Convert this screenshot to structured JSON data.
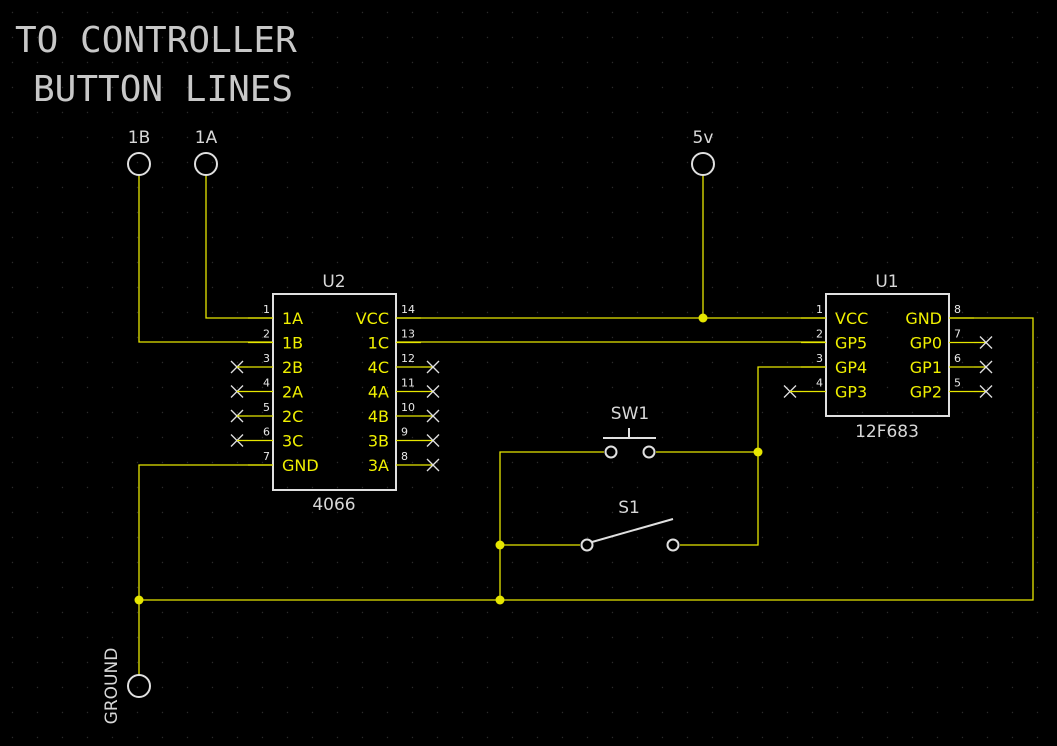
{
  "title": {
    "line1": "TO CONTROLLER",
    "line2": "BUTTON LINES"
  },
  "terminals": {
    "t1b": "1B",
    "t1a": "1A",
    "t5v": "5v",
    "ground": "GROUND"
  },
  "u2": {
    "ref": "U2",
    "part": "4066",
    "left_pins": [
      {
        "num": "1",
        "name": "1A"
      },
      {
        "num": "2",
        "name": "1B"
      },
      {
        "num": "3",
        "name": "2B"
      },
      {
        "num": "4",
        "name": "2A"
      },
      {
        "num": "5",
        "name": "2C"
      },
      {
        "num": "6",
        "name": "3C"
      },
      {
        "num": "7",
        "name": "GND"
      }
    ],
    "right_pins": [
      {
        "num": "14",
        "name": "VCC"
      },
      {
        "num": "13",
        "name": "1C"
      },
      {
        "num": "12",
        "name": "4C"
      },
      {
        "num": "11",
        "name": "4A"
      },
      {
        "num": "10",
        "name": "4B"
      },
      {
        "num": "9",
        "name": "3B"
      },
      {
        "num": "8",
        "name": "3A"
      }
    ]
  },
  "u1": {
    "ref": "U1",
    "part": "12F683",
    "left_pins": [
      {
        "num": "1",
        "name": "VCC"
      },
      {
        "num": "2",
        "name": "GP5"
      },
      {
        "num": "3",
        "name": "GP4"
      },
      {
        "num": "4",
        "name": "GP3"
      }
    ],
    "right_pins": [
      {
        "num": "8",
        "name": "GND"
      },
      {
        "num": "7",
        "name": "GP0"
      },
      {
        "num": "6",
        "name": "GP1"
      },
      {
        "num": "5",
        "name": "GP2"
      }
    ]
  },
  "sw1": {
    "ref": "SW1"
  },
  "s1": {
    "ref": "S1"
  },
  "colors": {
    "background": "#000000",
    "wire": "#e6e600",
    "pin_text": "#f0f000",
    "outline": "#e0e0e0"
  }
}
